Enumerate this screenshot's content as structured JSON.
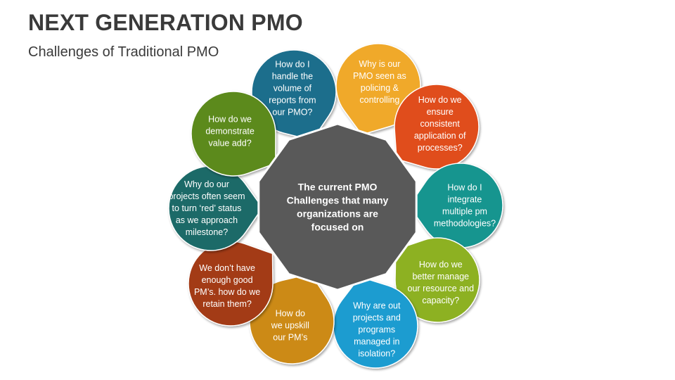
{
  "header": {
    "title": "NEXT GENERATION PMO",
    "subtitle": "Challenges of Traditional PMO"
  },
  "center": {
    "lines": [
      "The current PMO",
      "Challenges that many",
      "organizations are",
      "focused on"
    ],
    "color": "#595959"
  },
  "petals": [
    {
      "name": "petal-reports-volume",
      "color": "#1E6E8C",
      "lines": [
        "How do I",
        "handle the",
        "volume of",
        "reports from",
        "our PMO?"
      ]
    },
    {
      "name": "petal-policing",
      "color": "#F0A92A",
      "lines": [
        "Why is our",
        "PMO seen as",
        "policing &",
        "controlling"
      ]
    },
    {
      "name": "petal-consistent-processes",
      "color": "#E04E1B",
      "lines": [
        "How do we",
        "ensure",
        "consistent",
        "application of",
        "processes?"
      ]
    },
    {
      "name": "petal-pm-methodologies",
      "color": "#17958F",
      "lines": [
        "How do I",
        "integrate",
        "multiple pm",
        "methodologies?"
      ]
    },
    {
      "name": "petal-resource-capacity",
      "color": "#8DB123",
      "lines": [
        "How do we",
        "better manage",
        "our resource and",
        "capacity?"
      ]
    },
    {
      "name": "petal-projects-isolation",
      "color": "#1C9CD0",
      "lines": [
        "Why are out",
        "projects and",
        "programs",
        "managed in",
        "isolation?"
      ]
    },
    {
      "name": "petal-upskill",
      "color": "#CC8A12",
      "lines": [
        "How do",
        "we upskill",
        "our PM’s"
      ]
    },
    {
      "name": "petal-retain-pms",
      "color": "#A33A18",
      "lines": [
        "We don’t have",
        "enough good",
        "PM’s. how do we",
        "retain them?"
      ]
    },
    {
      "name": "petal-red-status",
      "color": "#1A6B68",
      "lines": [
        "Why do our",
        "projects often seem",
        "to turn ‘red’ status",
        "as we approach",
        "milestone?"
      ]
    },
    {
      "name": "petal-value-add",
      "color": "#5C8A1E",
      "lines": [
        "How do we",
        "demonstrate",
        "value add?"
      ]
    }
  ]
}
